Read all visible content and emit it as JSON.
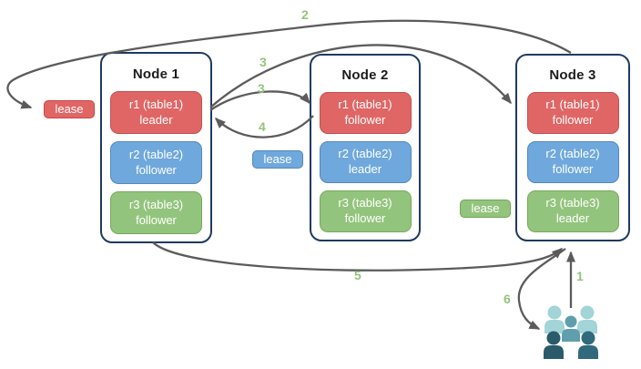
{
  "nodes": [
    {
      "title": "Node 1",
      "replicas": [
        {
          "name": "r1 (table1)",
          "role": "leader",
          "color": "#e06666"
        },
        {
          "name": "r2 (table2)",
          "role": "follower",
          "color": "#6fa8dc"
        },
        {
          "name": "r3 (table3)",
          "role": "follower",
          "color": "#93c47d"
        }
      ]
    },
    {
      "title": "Node 2",
      "replicas": [
        {
          "name": "r1 (table1)",
          "role": "follower",
          "color": "#e06666"
        },
        {
          "name": "r2 (table2)",
          "role": "leader",
          "color": "#6fa8dc"
        },
        {
          "name": "r3 (table3)",
          "role": "follower",
          "color": "#93c47d"
        }
      ]
    },
    {
      "title": "Node 3",
      "replicas": [
        {
          "name": "r1 (table1)",
          "role": "follower",
          "color": "#e06666"
        },
        {
          "name": "r2 (table2)",
          "role": "follower",
          "color": "#6fa8dc"
        },
        {
          "name": "r3 (table3)",
          "role": "leader",
          "color": "#93c47d"
        }
      ]
    }
  ],
  "leases": [
    {
      "label": "lease",
      "color": "#e06666",
      "for": "r1 leader on Node 1"
    },
    {
      "label": "lease",
      "color": "#6fa8dc",
      "for": "r2 leader on Node 2"
    },
    {
      "label": "lease",
      "color": "#93c47d",
      "for": "r3 leader on Node 3"
    }
  ],
  "steps": [
    "1",
    "2",
    "3",
    "3",
    "4",
    "5",
    "6"
  ],
  "icons": {
    "clients": "people-group-icon"
  },
  "colors": {
    "arrow": "#5b5b5b",
    "step_label": "#93c47d",
    "node_border": "#1f3a5f",
    "people_light": "#a3d4d7",
    "people_mid": "#5f9fad",
    "people_dark": "#2b5a6b",
    "people_dark2": "#306a7c"
  }
}
